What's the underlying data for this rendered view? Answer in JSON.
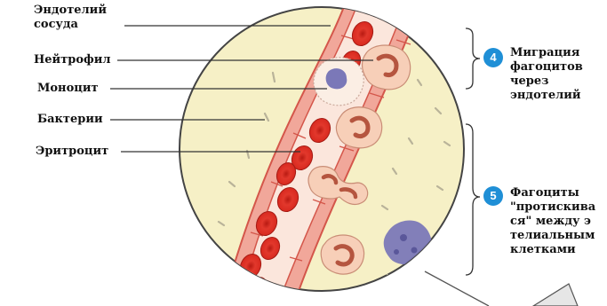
{
  "labels": {
    "endothelium": "Эндотелий\nсосуда",
    "neutrophil": "Нейтрофил",
    "monocyte": "Моноцит",
    "bacteria": "Бактерии",
    "erythrocyte": "Эритроцит"
  },
  "steps": [
    {
      "number": "4",
      "text": "Миграция\nфагоцитов\nчерез\nэндотелий"
    },
    {
      "number": "5",
      "text": "Фагоциты\n\"протискива\nся\" между э\nтелиальным\nклетками"
    }
  ],
  "colors": {
    "background_disc": "#f6f0c6",
    "vessel_wall": "#f1a79a",
    "vessel_lumen": "#fbe6dc",
    "rbc": "#d8291f",
    "phagocyte": "#f7cfb8",
    "monocyte_nucleus": "#7b78b8",
    "step_badge": "#1f8fd6"
  }
}
